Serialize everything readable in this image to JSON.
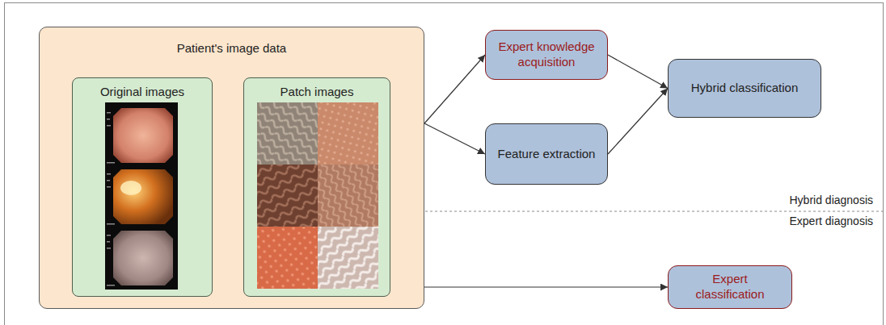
{
  "diagram": {
    "nodes": [
      {
        "text": [
          "Patient's image data"
        ]
      },
      {
        "text": [
          "Original images"
        ],
        "in": 0
      },
      {
        "text": [
          "Patch images"
        ],
        "in": 0
      },
      {
        "text": [
          "Expert knowledge acquisition"
        ]
      },
      {
        "text": [
          "Feature extraction"
        ]
      },
      {
        "text": [
          "Hybrid classification"
        ]
      },
      {
        "text": [
          "Expert classification"
        ]
      }
    ],
    "edges": [
      {
        "from": 0,
        "to": 3,
        "arrow": "to"
      },
      {
        "from": 0,
        "to": 4,
        "arrow": "to"
      },
      {
        "from": 3,
        "to": 5,
        "arrow": "to"
      },
      {
        "from": 4,
        "to": 5,
        "arrow": "to"
      },
      {
        "from": 0,
        "to": 6,
        "arrow": "to"
      }
    ],
    "labels": [
      "Hybrid diagnosis",
      "Expert diagnosis"
    ]
  }
}
